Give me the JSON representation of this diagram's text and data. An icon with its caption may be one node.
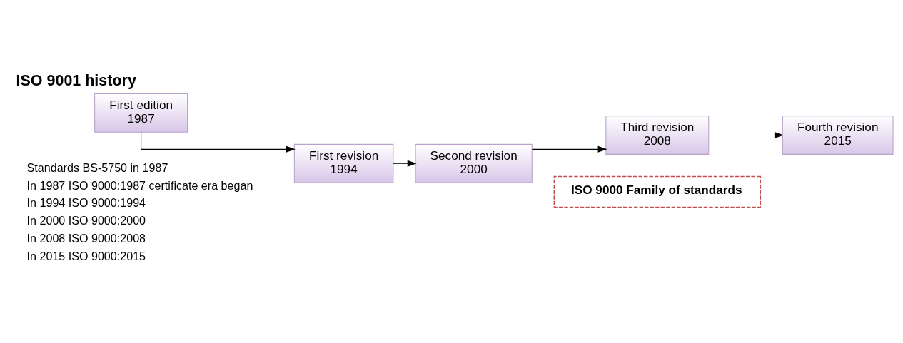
{
  "diagram": {
    "title": "ISO 9001 history",
    "nodes": [
      {
        "text": [
          "First edition",
          "1987"
        ]
      },
      {
        "text": [
          "First revision",
          "1994"
        ]
      },
      {
        "text": [
          "Second revision",
          "2000"
        ]
      },
      {
        "text": [
          "Third revision",
          "2008"
        ]
      },
      {
        "text": [
          "Fourth revision",
          "2015"
        ]
      },
      {
        "text": [
          "ISO 9000 Family of standards"
        ]
      }
    ],
    "edges": [
      {
        "from": 0,
        "to": 1,
        "arrow": "to"
      },
      {
        "from": 1,
        "to": 2,
        "arrow": "to"
      },
      {
        "from": 2,
        "to": 3,
        "arrow": "to"
      },
      {
        "from": 3,
        "to": 4,
        "arrow": "to"
      }
    ],
    "labels": [
      "Standards BS-5750 in 1987",
      "In 1987 ISO 9000:1987 certificate era began",
      "In 1994 ISO 9000:1994",
      "In 2000 ISO 9000:2000",
      "In 2008 ISO 9000:2008",
      "In 2015 ISO 9000:2015"
    ]
  }
}
